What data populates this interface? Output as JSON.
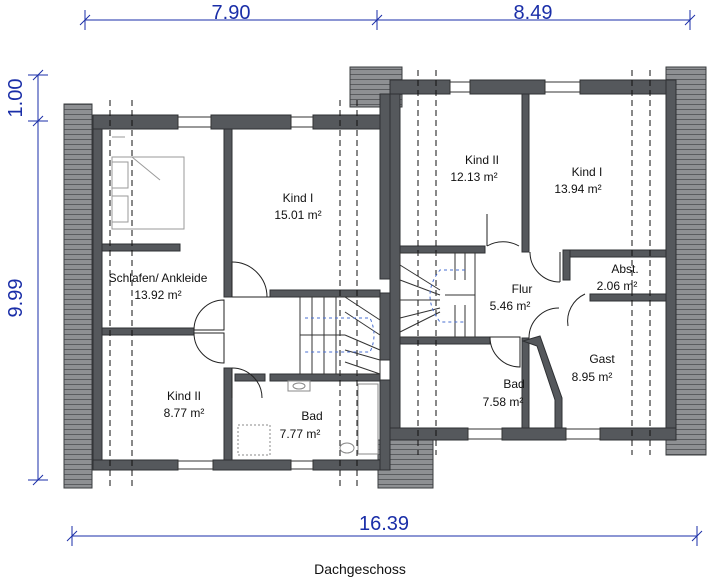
{
  "dimensions": {
    "top_left": "7.90",
    "top_right": "8.49",
    "bottom_total": "16.39",
    "left_upper": "1.00",
    "left_main": "9.99"
  },
  "rooms": {
    "schlafen": {
      "name": "Schlafen/ Ankleide",
      "area": "13.92 m²"
    },
    "kind1_left": {
      "name": "Kind I",
      "area": "15.01 m²"
    },
    "kind2_left": {
      "name": "Kind II",
      "area": "8.77 m²"
    },
    "bad_left": {
      "name": "Bad",
      "area": "7.77 m²"
    },
    "kind2_right": {
      "name": "Kind II",
      "area": "12.13 m²"
    },
    "kind1_right": {
      "name": "Kind I",
      "area": "13.94 m²"
    },
    "abst": {
      "name": "Abst.",
      "area": "2.06 m²"
    },
    "flur": {
      "name": "Flur",
      "area": "5.46 m²"
    },
    "gast": {
      "name": "Gast",
      "area": "8.95 m²"
    },
    "bad_right": {
      "name": "Bad",
      "area": "7.58 m²"
    }
  },
  "caption": "Dachgeschoss",
  "colors": {
    "wall": "#55585c",
    "roof": "#8a8c8f",
    "dimension": "#1a2ea8",
    "stair": "#4a6fd0"
  }
}
